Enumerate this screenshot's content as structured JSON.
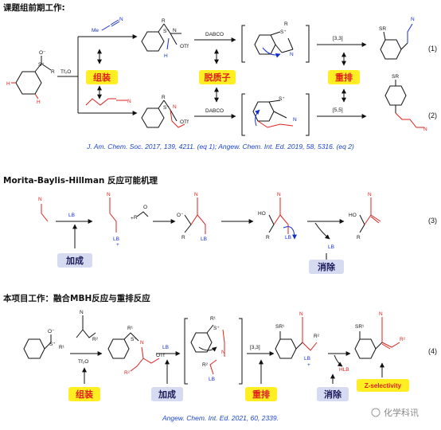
{
  "section1": {
    "title": "课题组前期工作:",
    "reagent_top": "Me",
    "tf2o": "Tf₂O",
    "dabco_top": "DABCO",
    "dabco_bottom": "DABCO",
    "shift_33": "[3,3]",
    "shift_55": "[5,5]",
    "eq1": "(1)",
    "eq2": "(2)",
    "tag_assembly": "组装",
    "tag_deprotonation": "脱质子",
    "tag_rearrangement": "重排",
    "citation": "J. Am. Chem. Soc. 2017, 139, 4211. (eq 1); Angew. Chem. Int. Ed. 2019, 58, 5316. (eq 2)"
  },
  "section2": {
    "title": "Morita-Baylis-Hillman 反应可能机理",
    "lb_reagent": "LB",
    "lb_label": "LB",
    "r_label": "R",
    "eq3": "(3)",
    "tag_addition": "加成",
    "tag_elimination": "消除"
  },
  "section3": {
    "title": "本项目工作：融合MBH反应与重排反应",
    "r1": "R¹",
    "r2": "R²",
    "tf2o": "Tf₂O",
    "lb": "LB",
    "shift_33": "[3,3]",
    "hlb": "HLB",
    "eq4": "(4)",
    "tag_assembly": "组装",
    "tag_addition": "加成",
    "tag_rearrangement": "重排",
    "tag_elimination": "消除",
    "tag_selectivity": "Z-selectivity",
    "citation": "Angew. Chem. Int. Ed. 2021, 60, 2339."
  },
  "watermark": "化学科讯",
  "colors": {
    "red": "#e0201c",
    "blue": "#1530c8",
    "highlight_yellow": "#ffee22",
    "highlight_blue": "#d7dbf1"
  }
}
